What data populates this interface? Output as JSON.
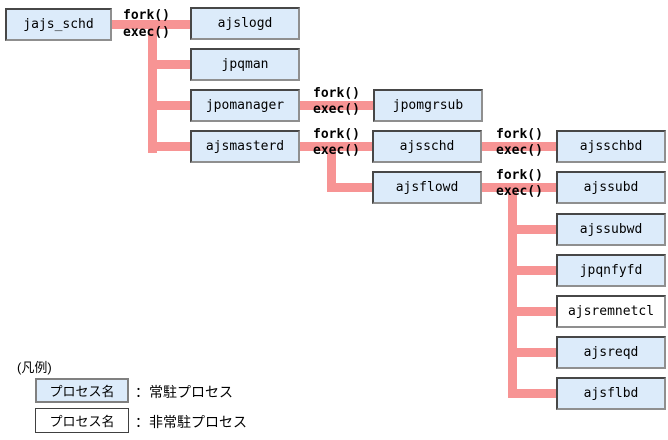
{
  "diagram": {
    "fork_label": "fork()",
    "exec_label": "exec()",
    "nodes": [
      {
        "id": "jajs_schd",
        "label": "jajs_schd",
        "type": "resident"
      },
      {
        "id": "ajslogd",
        "label": "ajslogd",
        "type": "resident"
      },
      {
        "id": "jpqman",
        "label": "jpqman",
        "type": "resident"
      },
      {
        "id": "jpomanager",
        "label": "jpomanager",
        "type": "resident"
      },
      {
        "id": "ajsmasterd",
        "label": "ajsmasterd",
        "type": "resident"
      },
      {
        "id": "jpomgrsub",
        "label": "jpomgrsub",
        "type": "resident"
      },
      {
        "id": "ajsschd",
        "label": "ajsschd",
        "type": "resident"
      },
      {
        "id": "ajsflowd",
        "label": "ajsflowd",
        "type": "resident"
      },
      {
        "id": "ajsschbd",
        "label": "ajsschbd",
        "type": "resident"
      },
      {
        "id": "ajssubd",
        "label": "ajssubd",
        "type": "resident"
      },
      {
        "id": "ajssubwd",
        "label": "ajssubwd",
        "type": "resident"
      },
      {
        "id": "jpqnfyfd",
        "label": "jpqnfyfd",
        "type": "resident"
      },
      {
        "id": "ajsremnetcl",
        "label": "ajsremnetcl",
        "type": "non-resident"
      },
      {
        "id": "ajsreqd",
        "label": "ajsreqd",
        "type": "resident"
      },
      {
        "id": "ajsflbd",
        "label": "ajsflbd",
        "type": "resident"
      }
    ],
    "edges": [
      {
        "parent": "jajs_schd",
        "children": [
          "ajslogd",
          "jpqman",
          "jpomanager",
          "ajsmasterd"
        ],
        "label": "fork()/exec()"
      },
      {
        "parent": "jpomanager",
        "children": [
          "jpomgrsub"
        ],
        "label": "fork()/exec()"
      },
      {
        "parent": "ajsmasterd",
        "children": [
          "ajsschd",
          "ajsflowd"
        ],
        "label": "fork()/exec()"
      },
      {
        "parent": "ajsschd",
        "children": [
          "ajsschbd"
        ],
        "label": "fork()/exec()"
      },
      {
        "parent": "ajsflowd",
        "children": [
          "ajssubd",
          "ajssubwd",
          "jpqnfyfd",
          "ajsremnetcl",
          "ajsreqd",
          "ajsflbd"
        ],
        "label": "fork()/exec()"
      }
    ],
    "legend": {
      "title": "(凡例)",
      "items": [
        {
          "box_label": "プロセス名",
          "caption": "：常駐プロセス",
          "type": "resident"
        },
        {
          "box_label": "プロセス名",
          "caption": "：非常駐プロセス",
          "type": "non-resident"
        }
      ]
    },
    "colors": {
      "connector": "#F79494",
      "resident_fill": "#DCEBFA",
      "non_resident_fill": "#FFFFFF",
      "border_dark": "#474747",
      "border_light": "#8F8F8F",
      "legend_resident_border": "#808080"
    }
  }
}
